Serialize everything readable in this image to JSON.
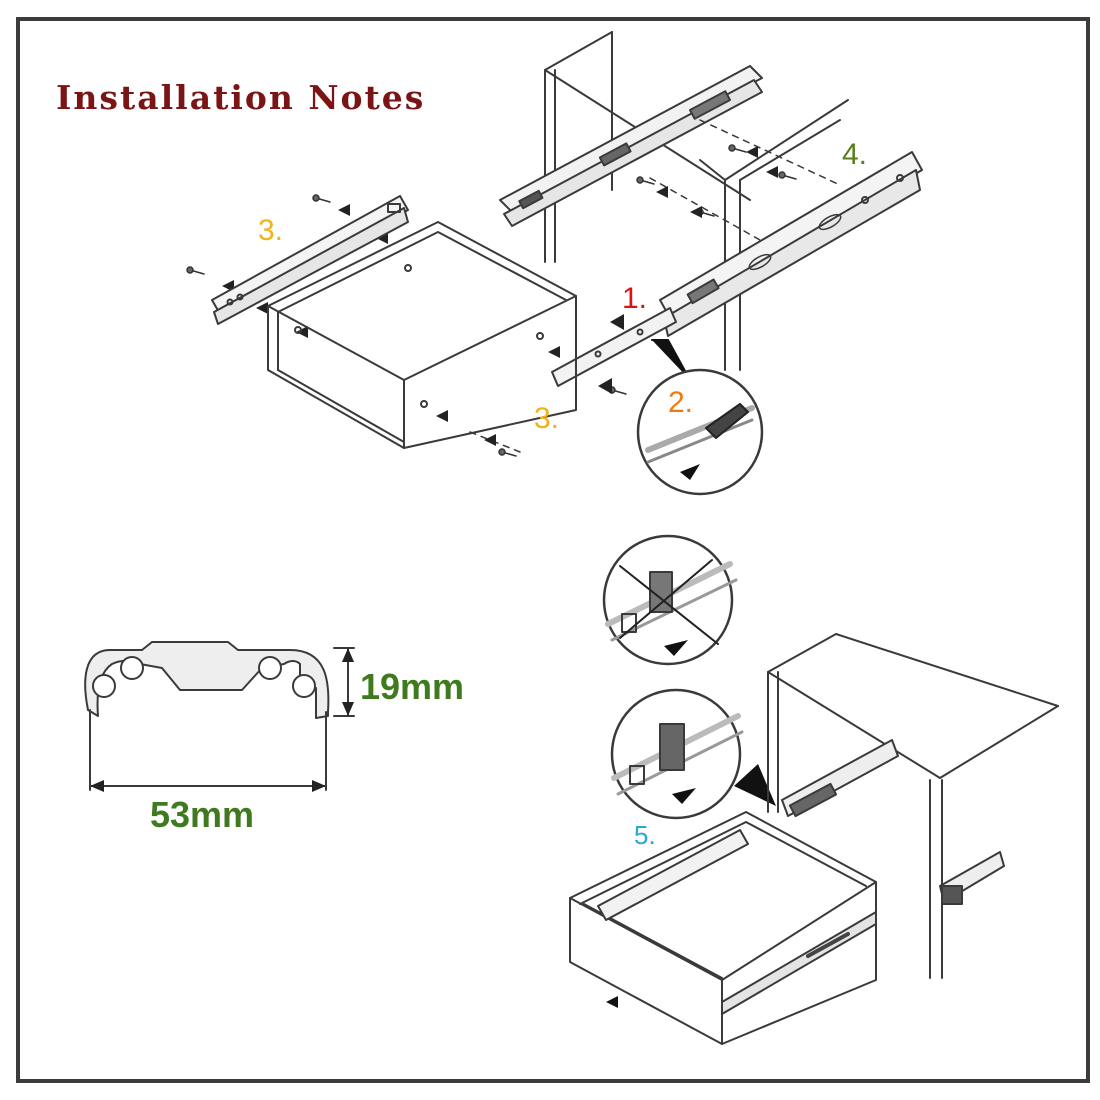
{
  "title": "Installation Notes",
  "steps": {
    "s1": "1.",
    "s2": "2.",
    "s3a": "3.",
    "s3b": "3.",
    "s4": "4.",
    "s5": "5."
  },
  "dimensions": {
    "height": "19mm",
    "width": "53mm"
  },
  "colors": {
    "title": "#7b1414",
    "step1": "#e01010",
    "step2": "#f07a10",
    "step3": "#f2b21a",
    "step4": "#5a7d1a",
    "step5": "#27a9d6",
    "dimension": "#3f7a1e",
    "line": "#3a3a3a"
  }
}
